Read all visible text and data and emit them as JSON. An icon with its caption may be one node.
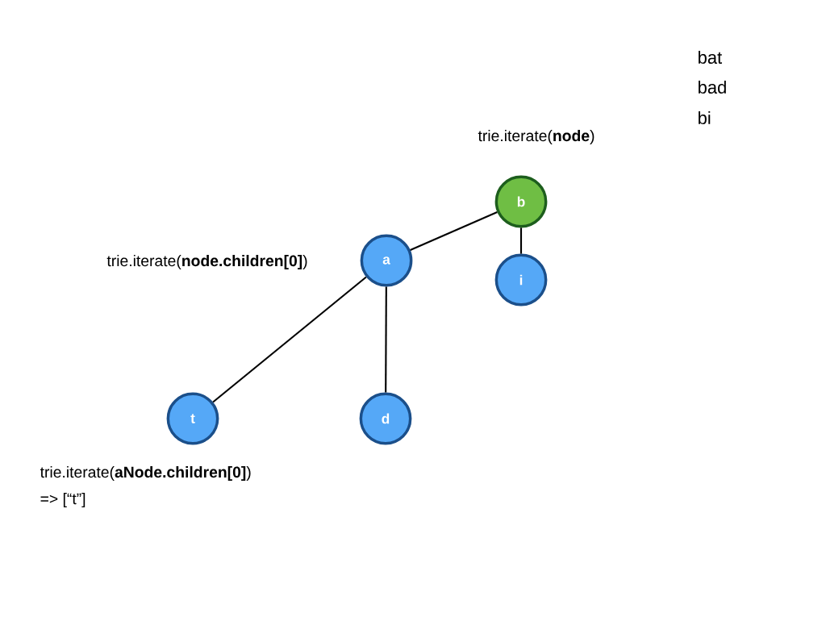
{
  "diagram": {
    "nodes": [
      {
        "text": [
          "b"
        ],
        "beside": [
          "trie.iterate(**node**)"
        ]
      },
      {
        "text": [
          "a"
        ],
        "beside": [
          "trie.iterate(**node.children[0]**)"
        ]
      },
      {
        "text": [
          "i"
        ]
      },
      {
        "text": [
          "t"
        ],
        "beside": [
          "trie.iterate(**aNode.children[0]**)",
          "=> [“t”]"
        ]
      },
      {
        "text": [
          "d"
        ]
      }
    ],
    "edges": [
      {
        "from": 0,
        "to": 1,
        "arrow": "none"
      },
      {
        "from": 0,
        "to": 2,
        "arrow": "none"
      },
      {
        "from": 1,
        "to": 3,
        "arrow": "none"
      },
      {
        "from": 1,
        "to": 4,
        "arrow": "none"
      }
    ],
    "labels": [
      "bat",
      "bad",
      "bi"
    ]
  }
}
